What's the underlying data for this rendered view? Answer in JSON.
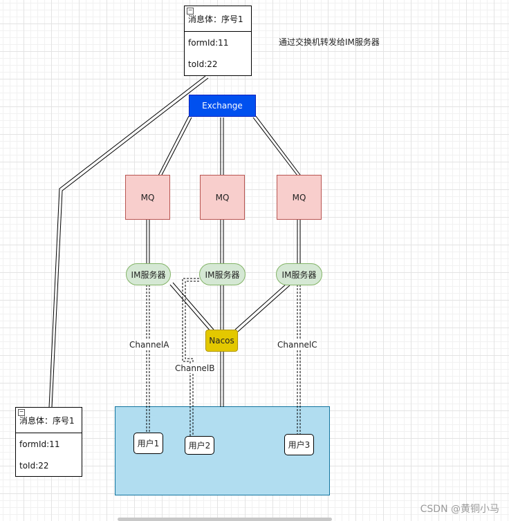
{
  "note": "通过交换机转发给IM服务器",
  "exchange": "Exchange",
  "mq": [
    "MQ",
    "MQ",
    "MQ"
  ],
  "im_servers": [
    "IM服务器",
    "IM服务器",
    "IM服务器"
  ],
  "nacos": "Nacos",
  "channels": [
    "ChannelA",
    "ChannelB",
    "ChannelC"
  ],
  "users": [
    "用户1",
    "用户2",
    "用户3"
  ],
  "message_top": {
    "title": "消息体：序号1",
    "fields": [
      "formId:11",
      "toId:22"
    ]
  },
  "message_bottom": {
    "title": "消息体：序号1",
    "fields": [
      "formId:11",
      "toId:22"
    ]
  },
  "watermark": "CSDN @黄铜小马",
  "colors": {
    "exchange": "#0050ef",
    "mq": "#f8cecc",
    "im_server": "#d5e8d4",
    "nacos": "#e3c800",
    "user_group": "#b1ddf0"
  }
}
